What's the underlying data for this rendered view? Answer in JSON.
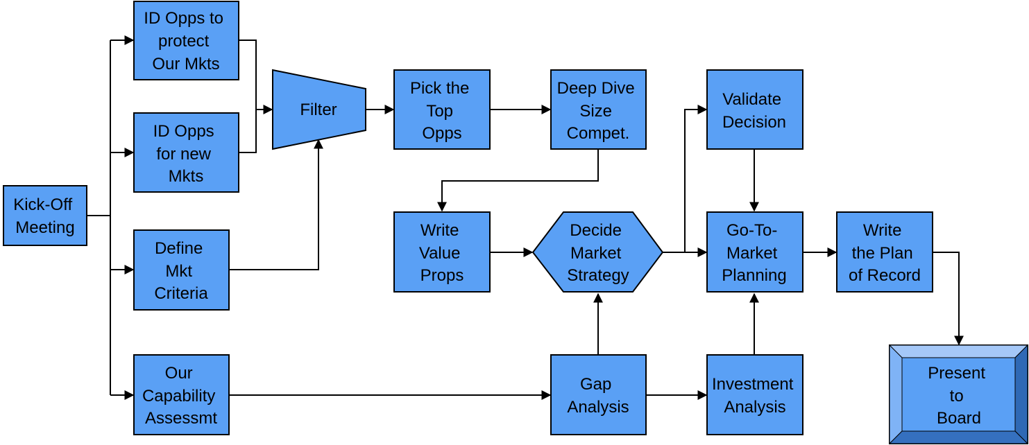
{
  "colors": {
    "fill": "#5aa0f5",
    "stroke": "#000000",
    "bevel_top": "#a5c8f8",
    "bevel_bottom": "#3570bf",
    "bevel_left": "#7fb3f6",
    "bevel_right": "#2f69b5"
  },
  "nodes": {
    "kickoff": {
      "lines": [
        "Kick-Off",
        "Meeting"
      ]
    },
    "protect": {
      "lines": [
        "ID Opps to",
        "protect",
        "Our Mkts"
      ]
    },
    "newmkts": {
      "lines": [
        "ID Opps",
        "for new",
        "Mkts"
      ]
    },
    "criteria": {
      "lines": [
        "Define",
        "Mkt",
        "Criteria"
      ]
    },
    "capability": {
      "lines": [
        "Our",
        "Capability",
        "Assessmt"
      ]
    },
    "filter": {
      "lines": [
        "Filter"
      ]
    },
    "pick": {
      "lines": [
        "Pick the",
        "Top",
        "Opps"
      ]
    },
    "deepdive": {
      "lines": [
        "Deep Dive",
        "Size",
        "Compet."
      ]
    },
    "validate": {
      "lines": [
        "Validate",
        "Decision"
      ]
    },
    "valueprops": {
      "lines": [
        "Write",
        "Value",
        "Props"
      ]
    },
    "decide": {
      "lines": [
        "Decide",
        "Market",
        "Strategy"
      ]
    },
    "gtm": {
      "lines": [
        "Go-To-",
        "Market",
        "Planning"
      ]
    },
    "plan": {
      "lines": [
        "Write",
        "the Plan",
        "of Record"
      ]
    },
    "gap": {
      "lines": [
        "Gap",
        "Analysis"
      ]
    },
    "investment": {
      "lines": [
        "Investment",
        "Analysis"
      ]
    },
    "present": {
      "lines": [
        "Present",
        "to",
        "Board"
      ]
    }
  }
}
